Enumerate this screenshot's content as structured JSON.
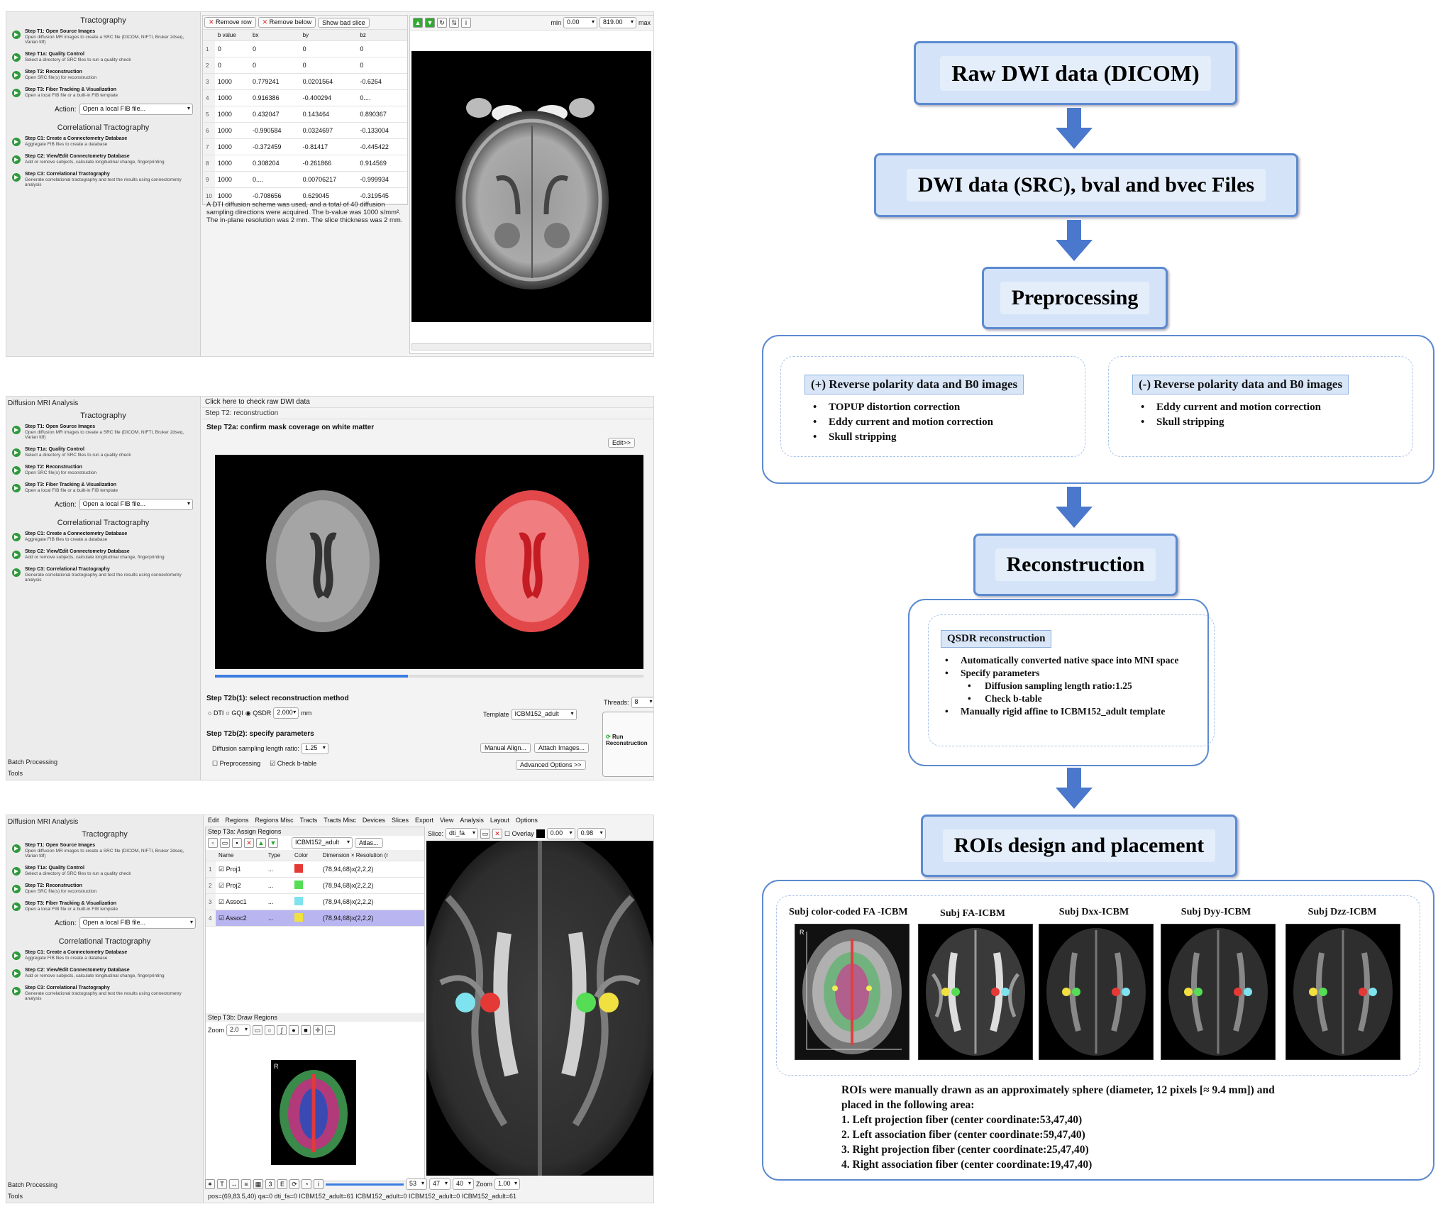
{
  "sidebar": {
    "app_title": "Diffusion MRI Analysis",
    "section_tractography": "Tractography",
    "steps_t": [
      {
        "title": "Step T1: Open Source Images",
        "desc": "Open diffusion MR images to create a SRC file (DICOM, NIFTI, Bruker 2dseq, Varian fdf)"
      },
      {
        "title": "Step T1a: Quality Control",
        "desc": "Select a directory of SRC files to run a quality check"
      },
      {
        "title": "Step T2: Reconstruction",
        "desc": "Open SRC file(s) for reconstruction"
      },
      {
        "title": "Step T3: Fiber Tracking & Visualization",
        "desc": "Open a local FIB file or a built-in FIB template"
      }
    ],
    "action_label": "Action:",
    "action_value": "Open a local FIB file...",
    "section_correlational": "Correlational Tractography",
    "steps_c": [
      {
        "title": "Step C1: Create a Connectometry Database",
        "desc": "Aggregate FIB files to create a database"
      },
      {
        "title": "Step C2: View/Edit Connectometry Database",
        "desc": "Add or remove subjects, calculate longitudinal change, fingerprinting"
      },
      {
        "title": "Step C3: Correlational Tractography",
        "desc": "Generate correlational tractography and test the results using connectometry analysis"
      }
    ],
    "batch": "Batch Processing",
    "tools": "Tools"
  },
  "panel1": {
    "buttons": [
      "Remove row",
      "Remove below",
      "Show bad slice"
    ],
    "columns": [
      "b value",
      "bx",
      "by",
      "bz"
    ],
    "rows": [
      [
        "0",
        "0",
        "0",
        "0"
      ],
      [
        "0",
        "0",
        "0",
        "0"
      ],
      [
        "1000",
        "0.779241",
        "0.0201564",
        "-0.6264"
      ],
      [
        "1000",
        "0.916386",
        "-0.400294",
        "0...."
      ],
      [
        "1000",
        "0.432047",
        "0.143464",
        "0.890367"
      ],
      [
        "1000",
        "-0.990584",
        "0.0324697",
        "-0.133004"
      ],
      [
        "1000",
        "-0.372459",
        "-0.81417",
        "-0.445422"
      ],
      [
        "1000",
        "0.308204",
        "-0.261866",
        "0.914569"
      ],
      [
        "1000",
        "0....",
        "0.00706217",
        "-0.999934"
      ],
      [
        "1000",
        "-0.708656",
        "0.629045",
        "-0.319545"
      ]
    ],
    "description": "A DTI diffusion scheme was used, and a total of 40 diffusion sampling directions were acquired. The b-value was 1000 s/mm². The in-plane resolution was 2 mm. The slice thickness was 2 mm.",
    "min_label": "min",
    "min_value": "0.00",
    "max_value": "819.00",
    "max_label": "max"
  },
  "panel2": {
    "header_link": "Click here to check raw DWI data",
    "step_title": "Step T2: reconstruction",
    "mask_title": "Step T2a: confirm mask coverage on white matter",
    "edit_button": "Edit>>",
    "method_title": "Step T2b(1): select reconstruction method",
    "methods": [
      "DTI",
      "GQI",
      "QSDR"
    ],
    "qsdr_value": "2.000",
    "unit": "mm",
    "template_label": "Template",
    "template_value": "ICBM152_adult",
    "threads_label": "Threads:",
    "threads_value": "8",
    "params_title": "Step T2b(2): specify parameters",
    "ratio_label": "Diffusion sampling length ratio:",
    "ratio_value": "1.25",
    "manual_align": "Manual Align...",
    "attach_images": "Attach Images...",
    "preprocessing": "Preprocessing",
    "check_btable": "Check b-table",
    "advanced": "Advanced Options >>",
    "run": "Run Reconstruction"
  },
  "panel3": {
    "menu": [
      "Edit",
      "Regions",
      "Regions Misc",
      "Tracts",
      "Tracts Misc",
      "Devices",
      "Slices",
      "Export",
      "View",
      "Analysis",
      "Layout",
      "Options"
    ],
    "assign_title": "Step T3a: Assign Regions",
    "atlas_value": "ICBM152_adult",
    "atlas_button": "Atlas...",
    "slice_label": "Slice:",
    "slice_value": "dti_fa",
    "overlay": "Overlay",
    "ov_min": "0.00",
    "ov_max": "0.98",
    "columns": [
      "Name",
      "Type",
      "Color",
      "Dimension × Resolution (r"
    ],
    "regions": [
      {
        "name": "Proj1",
        "type": "...",
        "dim": "(78,94,68)x(2,2,2)",
        "color": "#e53935"
      },
      {
        "name": "Proj2",
        "type": "...",
        "dim": "(78,94,68)x(2,2,2)",
        "color": "#55dd55"
      },
      {
        "name": "Assoc1",
        "type": "...",
        "dim": "(78,94,68)x(2,2,2)",
        "color": "#7ee3ee"
      },
      {
        "name": "Assoc2",
        "type": "...",
        "dim": "(78,94,68)x(2,2,2)",
        "color": "#f0e040"
      }
    ],
    "draw_title": "Step T3b: Draw Regions",
    "zoom_label": "Zoom",
    "zoom_value": "2.0",
    "slice_values": [
      "53",
      "47",
      "40"
    ],
    "zoom2_label": "Zoom",
    "zoom2_value": "1.00",
    "status": "pos=(69,83.5,40) qa=0 dti_fa=0 ICBM152_adult=61 ICBM152_adult=0 ICBM152_adult=0 ICBM152_adult=61"
  },
  "flow": {
    "raw": "Raw DWI data (DICOM)",
    "src": "DWI data (SRC), bval and bvec Files",
    "pre": "Preprocessing",
    "plus_title": "(+) Reverse polarity data and B0 images",
    "plus_items": [
      "TOPUP distortion correction",
      "Eddy current and motion correction",
      "Skull stripping"
    ],
    "minus_title": "(-) Reverse polarity data and B0 images",
    "minus_items": [
      "Eddy current and motion correction",
      "Skull stripping"
    ],
    "recon": "Reconstruction",
    "qsdr_title": "QSDR reconstruction",
    "qsdr_items": [
      "Automatically converted native space into MNI space",
      "Specify parameters",
      "Diffusion sampling length ratio:1.25",
      "Check b-table",
      "Manually rigid affine to ICBM152_adult template"
    ],
    "roi": "ROIs design and placement",
    "thumb_titles": [
      "Subj color-coded FA -ICBM",
      "Subj FA-ICBM",
      "Subj Dxx-ICBM",
      "Subj Dyy-ICBM",
      "Subj Dzz-ICBM"
    ],
    "roi_desc_1": "ROIs were manually drawn as an approximately sphere (diameter, 12 pixels [≈ 9.4 mm]) and",
    "roi_desc_2": "placed in the following area:",
    "roi_list": [
      "1.   Left projection fiber (center coordinate:53,47,40)",
      "2.   Left association fiber (center coordinate:59,47,40)",
      "3.   Right projection fiber (center coordinate:25,47,40)",
      "4.   Right association fiber (center coordinate:19,47,40)"
    ]
  },
  "colors": {
    "box_fill": "#d4e3f8",
    "box_border": "#5c8ad0",
    "arrow": "#4a78cc",
    "step_icon": "#2f9a3c"
  }
}
